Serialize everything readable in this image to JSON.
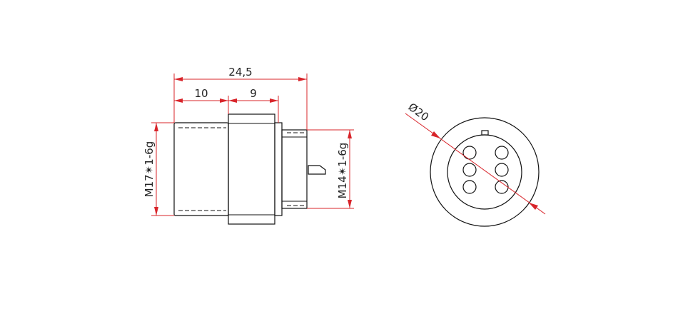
{
  "colors": {
    "outline": "#111111",
    "dimension": "#d8242a",
    "text": "#222222",
    "background": "#ffffff"
  },
  "side_view": {
    "overall_length": "24,5",
    "thread_length": "10",
    "body_length": "9",
    "left_thread": "M17✴1-6g",
    "right_thread": "M14✴1-6g"
  },
  "front_view": {
    "diameter": "Ø20",
    "pin_count": 6
  }
}
